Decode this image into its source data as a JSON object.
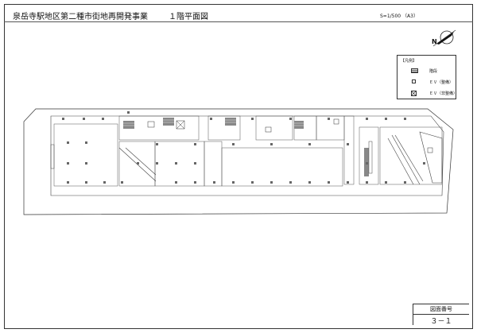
{
  "header": {
    "title": "泉岳寺駅地区第二種市街地再開発事業",
    "sheet_name": "１階平面図",
    "scale": "S=1/500 （A3）"
  },
  "legend": {
    "title": "【凡例】",
    "items": [
      {
        "symbol": "stair-icon",
        "label": "階段"
      },
      {
        "symbol": "elevator-icon",
        "label": "ＥＶ（整備）"
      },
      {
        "symbol": "elevator-crossed-icon",
        "label": "ＥＶ（非整備）"
      }
    ]
  },
  "north_arrow": {
    "letter": "N"
  },
  "drawing_number": {
    "label": "図面番号",
    "value": "３－１"
  }
}
